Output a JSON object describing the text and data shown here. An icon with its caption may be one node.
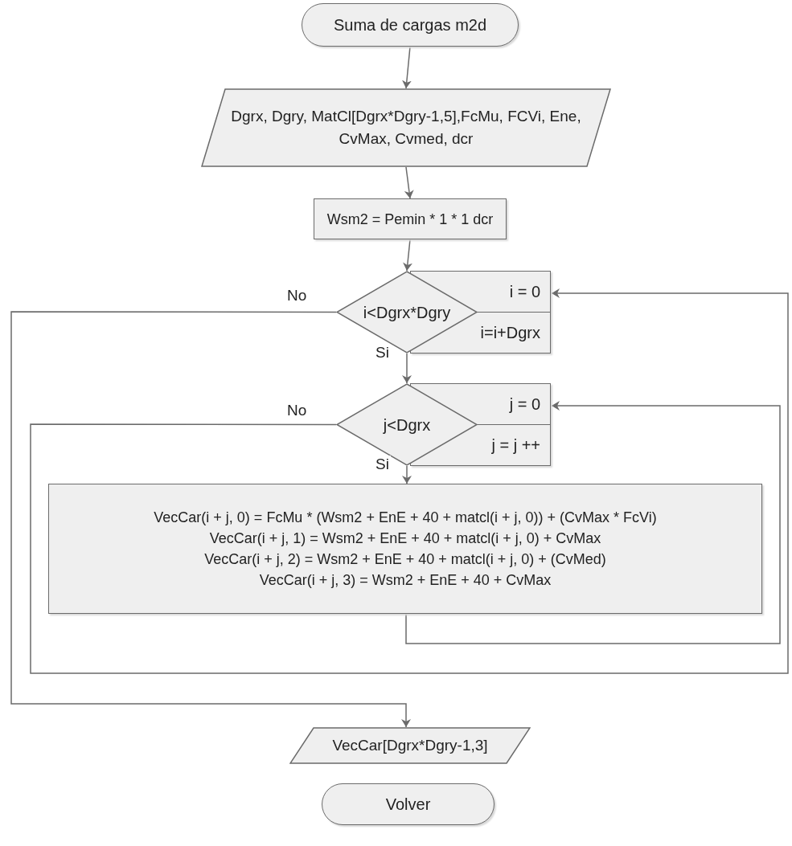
{
  "diagram": {
    "nodes": [
      {
        "text": [
          "Suma de cargas m2d"
        ]
      },
      {
        "text": [
          "Dgrx, Dgry, MatCl[Dgrx*Dgry-1,5],FcMu, FCVi, Ene, CvMax, Cvmed, dcr"
        ]
      },
      {
        "text": [
          "Wsm2 = Pemin * 1 * 1 dcr"
        ]
      },
      {
        "text": [
          "i<Dgrx*Dgry"
        ]
      },
      {
        "text": [
          "i = 0",
          "i=i+Dgrx"
        ]
      },
      {
        "text": [
          "j<Dgrx"
        ]
      },
      {
        "text": [
          "j = 0",
          "j = j ++"
        ]
      },
      {
        "text": [
          "VecCar(i + j, 0) = FcMu * (Wsm2 + EnE + 40 + matcl(i + j, 0)) + (CvMax * FcVi)",
          "VecCar(i + j, 1) = Wsm2 + EnE + 40 + matcl(i + j, 0) + CvMax",
          "VecCar(i + j, 2) = Wsm2 + EnE + 40 + matcl(i + j, 0) + (CvMed)",
          "VecCar(i + j, 3) = Wsm2 + EnE + 40 + CvMax"
        ]
      },
      {
        "text": [
          "VecCar[Dgrx*Dgry-1,3]"
        ]
      },
      {
        "text": [
          "Volver"
        ]
      }
    ],
    "edges": [
      {
        "from": 0,
        "to": 1,
        "arrow": "to"
      },
      {
        "from": 1,
        "to": 2,
        "arrow": "to"
      },
      {
        "from": 2,
        "to": 3,
        "arrow": "to"
      },
      {
        "from": 3,
        "to": 5,
        "arrow": "to",
        "label": "Si"
      },
      {
        "from": 5,
        "to": 7,
        "arrow": "to",
        "label": "Si"
      },
      {
        "from": 7,
        "to": 6,
        "arrow": "to"
      },
      {
        "from": 5,
        "to": 4,
        "arrow": "to",
        "label": "No"
      },
      {
        "from": 3,
        "to": 8,
        "arrow": "to",
        "label": "No"
      }
    ]
  }
}
